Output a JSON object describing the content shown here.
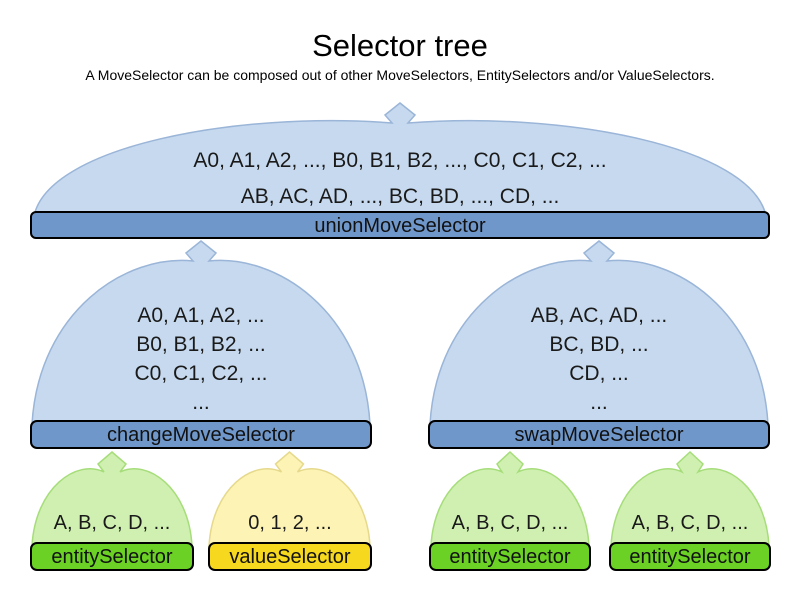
{
  "title": "Selector tree",
  "subtitle": "A MoveSelector can be composed out of other MoveSelectors, EntitySelectors and/or ValueSelectors.",
  "colors": {
    "blue_cloud_fill": "#c6d9ee",
    "blue_cloud_stroke": "#9ab5d8",
    "blue_bar": "#7097ca",
    "green_cloud_fill": "#cff0b0",
    "green_cloud_stroke": "#a6dd7a",
    "green_bar": "#6bd125",
    "yellow_cloud_fill": "#fcf3b4",
    "yellow_cloud_stroke": "#e6d98c",
    "yellow_bar": "#f6d81f",
    "bar_border": "#000000",
    "text": "#1a1a1a"
  },
  "nodes": {
    "union": {
      "label": "unionMoveSelector",
      "lines": [
        "A0, A1, A2, ..., B0, B1, B2, ..., C0, C1, C2, ...",
        "AB, AC, AD, ..., BC, BD, ..., CD, ..."
      ]
    },
    "change": {
      "label": "changeMoveSelector",
      "lines": [
        "A0, A1, A2, ...",
        "B0, B1, B2, ...",
        "C0, C1, C2, ...",
        "..."
      ]
    },
    "swap": {
      "label": "swapMoveSelector",
      "lines": [
        "AB, AC, AD, ...",
        "BC, BD, ...",
        "CD, ...",
        "..."
      ]
    },
    "entity1": {
      "label": "entitySelector",
      "lines": [
        "A, B, C, D, ..."
      ]
    },
    "value1": {
      "label": "valueSelector",
      "lines": [
        "0, 1, 2, ..."
      ]
    },
    "entity2": {
      "label": "entitySelector",
      "lines": [
        "A, B, C, D, ..."
      ]
    },
    "entity3": {
      "label": "entitySelector",
      "lines": [
        "A, B, C, D, ..."
      ]
    }
  }
}
